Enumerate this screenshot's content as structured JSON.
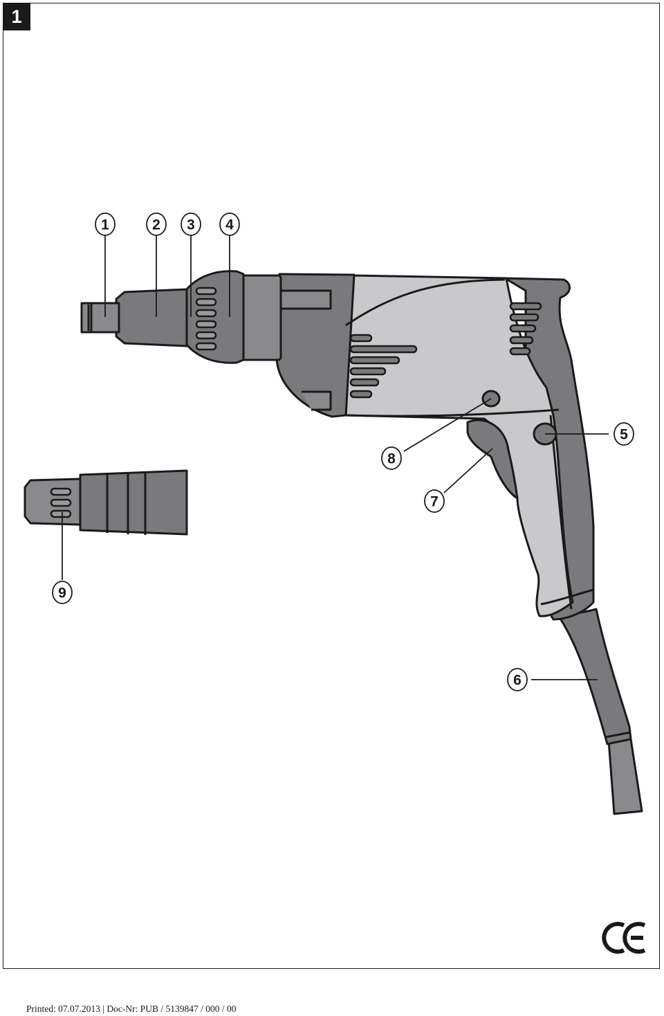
{
  "figure": {
    "number": "1"
  },
  "callouts": [
    {
      "id": "1",
      "label": "1"
    },
    {
      "id": "2",
      "label": "2"
    },
    {
      "id": "3",
      "label": "3"
    },
    {
      "id": "4",
      "label": "4"
    },
    {
      "id": "5",
      "label": "5"
    },
    {
      "id": "6",
      "label": "6"
    },
    {
      "id": "7",
      "label": "7"
    },
    {
      "id": "8",
      "label": "8"
    },
    {
      "id": "9",
      "label": "9"
    }
  ],
  "marks": {
    "conformity": "CE"
  },
  "footer": {
    "text": "Printed: 07.07.2013 | Doc-Nr: PUB / 5139847 / 000 / 00"
  },
  "colors": {
    "dark_body": "#7a7a7c",
    "light_body": "#c9c9cb",
    "outline": "#1a1a1a",
    "background": "#ffffff"
  }
}
